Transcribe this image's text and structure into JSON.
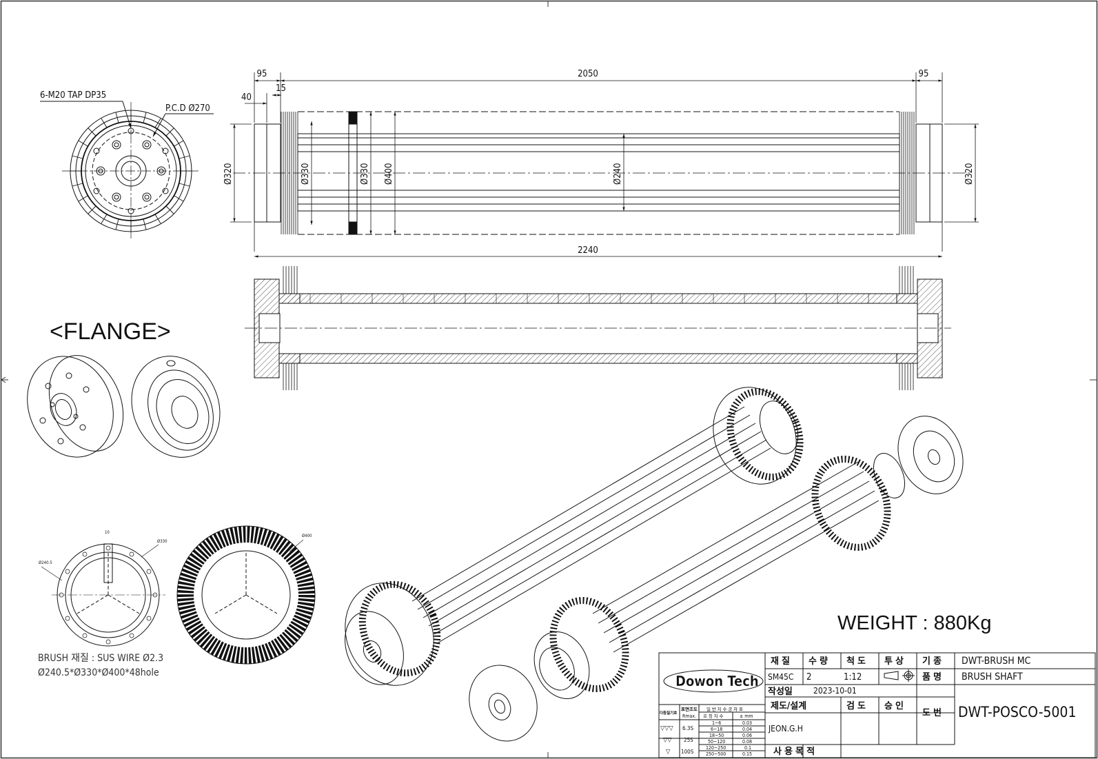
{
  "dimensions": {
    "d95_left": "95",
    "d2050": "2050",
    "d95_right": "95",
    "d40": "40",
    "d15": "15",
    "tap_note": "6-M20 TAP DP35",
    "pcd_note": "P.C.D Ø270",
    "dia320_left": "Ø320",
    "dia330_a": "Ø330",
    "dia330_b": "Ø330",
    "dia400": "Ø400",
    "dia240": "Ø240",
    "dia320_right": "Ø320",
    "d2240": "2240"
  },
  "labels": {
    "flange": "<FLANGE>",
    "weight": "WEIGHT : 880Kg",
    "brush_line1": "BRUSH 재질 : SUS WIRE Ø2.3",
    "brush_line2": "Ø240.5*Ø330*Ø400*48hole",
    "disk_note1": "Ø240.5",
    "disk_note2": "Ø330",
    "disk_note3": "10",
    "disk_note4": "Ø400"
  },
  "title_block": {
    "logo": "Dowon Tech",
    "h_material": "재  질",
    "h_qty": "수  량",
    "h_scale": "척  도",
    "h_projection": "투  상",
    "h_model": "기  종",
    "model": "DWT-BRUSH MC",
    "material": "SM45C",
    "qty": "2",
    "scale": "1:12",
    "h_name": "품  명",
    "name": "BRUSH SHAFT",
    "h_date": "작성일",
    "date": "2023-10-01",
    "h_drawn": "제도/설계",
    "h_check": "검  도",
    "h_approve": "승  인",
    "h_dwg": "도  번",
    "dwg_no": "DWT-POSCO-5001",
    "drawer": "JEON.G.H",
    "h_purpose": "사 용 목 적",
    "rough_h1": "다듬질기호",
    "rough_h2": "표면조도",
    "rough_h3": "일 반 치 수 공 차 표",
    "rough_rmax": "Rmax.",
    "rough_nom": "호 칭 치 수",
    "rough_tol": "±  mm",
    "sym3": "▽▽▽",
    "sym2": "▽▽",
    "sym1": "▽",
    "r1": "6.3S",
    "r2": "25S",
    "r3": "100S",
    "tol_rows": [
      {
        "range": "1~6",
        "tol": "0.03"
      },
      {
        "range": "6~18",
        "tol": "0.04"
      },
      {
        "range": "18~50",
        "tol": "0.06"
      },
      {
        "range": "50~120",
        "tol": "0.08"
      },
      {
        "range": "120~250",
        "tol": "0.1"
      },
      {
        "range": "250~500",
        "tol": "0.15"
      }
    ]
  }
}
